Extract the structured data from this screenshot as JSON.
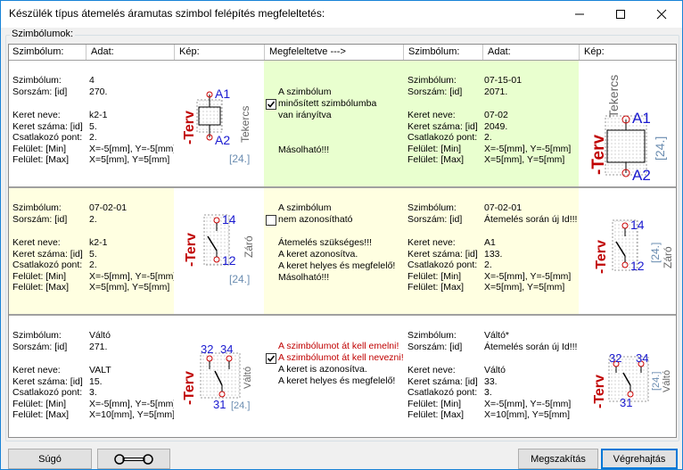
{
  "window": {
    "title": "Készülék típus átemelés áramutas szimbol felépítés megfeleltetés:"
  },
  "group_label": "Szimbólumok:",
  "columns": [
    "Szimbólum:",
    "Adat:",
    "Kép:",
    "Megfeleltetve --->",
    "Szimbólum:",
    "Adat:",
    "Kép:"
  ],
  "labels": {
    "symbol": "Szimbólum:",
    "serial": "Sorszám: [id]",
    "frame_name": "Keret neve:",
    "frame_num": "Keret száma: [id]",
    "conn": "Csatlakozó pont:",
    "surf_min": "Felület: [Min]",
    "surf_max": "Felület: [Max]"
  },
  "rows": [
    {
      "left": {
        "symbol": "4",
        "serial": "270.",
        "frame_name": "k2-1",
        "frame_num": "5.",
        "conn": "2.",
        "surf_min": "X=-5[mm], Y=-5[mm]",
        "surf_max": "X=5[mm], Y=5[mm]"
      },
      "left_img": {
        "terv": "-Terv",
        "side": "Tekercs",
        "top": "A1",
        "bottom": "A2",
        "bracket": "[24.]"
      },
      "match": {
        "checked": true,
        "lines": [
          "A szimbólum",
          "minősített szimbólumba",
          "van irányítva",
          "",
          "Másolható!!!"
        ],
        "check_line": 1,
        "red_lines": []
      },
      "right": {
        "symbol": "07-15-01",
        "serial": "2071.",
        "frame_name": "07-02",
        "frame_num": "2049.",
        "conn": "2.",
        "surf_min": "X=-5[mm], Y=-5[mm]",
        "surf_max": "X=5[mm], Y=5[mm]"
      },
      "right_img": {
        "terv": "-Terv",
        "side": "Tekercs",
        "top": "A1",
        "bottom": "A2",
        "bracket": "[24.]"
      }
    },
    {
      "left": {
        "symbol": "07-02-01",
        "serial": "2.",
        "frame_name": "k2-1",
        "frame_num": "5.",
        "conn": "2.",
        "surf_min": "X=-5[mm], Y=-5[mm]",
        "surf_max": "X=5[mm], Y=5[mm]"
      },
      "left_img": {
        "terv": "-Terv",
        "side": "Záró",
        "top": "14",
        "bottom": "12",
        "bracket": "[24.]"
      },
      "match": {
        "checked": false,
        "lines": [
          "A szimbólum",
          "nem azonosítható",
          "",
          "Átemelés szükséges!!!",
          "A keret azonosítva.",
          "A keret helyes és megfelelő!",
          "Másolható!!!"
        ],
        "check_line": 1,
        "red_lines": []
      },
      "right": {
        "symbol": "07-02-01",
        "serial": "Átemelés során új Id!!!",
        "frame_name": "A1",
        "frame_num": "133.",
        "conn": "2.",
        "surf_min": "X=-5[mm], Y=-5[mm]",
        "surf_max": "X=5[mm], Y=5[mm]"
      },
      "right_img": {
        "terv": "-Terv",
        "side": "Záró",
        "top": "14",
        "bottom": "12",
        "bracket": "[24.]"
      }
    },
    {
      "left": {
        "symbol": "Váltó",
        "serial": "271.",
        "frame_name": "VALT",
        "frame_num": "15.",
        "conn": "3.",
        "surf_min": "X=-5[mm], Y=-5[mm]",
        "surf_max": "X=10[mm], Y=5[mm]"
      },
      "left_img": {
        "terv": "-Terv",
        "side": "Váltó",
        "t1": "32",
        "t2": "34",
        "bottom": "31",
        "bracket": "[24.]"
      },
      "match": {
        "checked": true,
        "lines": [
          "A szimbólumot át kell emelni!",
          "A szimbólumot át kell nevezni!",
          "A keret is azonosítva.",
          "A keret helyes és megfelelő!"
        ],
        "check_line": 1,
        "red_lines": [
          0,
          1
        ]
      },
      "right": {
        "symbol": "Váltó*",
        "serial": "Átemelés során új Id!!!",
        "frame_name": "Váltó",
        "frame_num": "33.",
        "conn": "3.",
        "surf_min": "X=-5[mm], Y=-5[mm]",
        "surf_max": "X=10[mm], Y=5[mm]"
      },
      "right_img": {
        "terv": "-Terv",
        "side": "Váltó",
        "t1": "32",
        "t2": "34",
        "bottom": "31",
        "bracket": "[24.]"
      }
    }
  ],
  "buttons": {
    "help": "Súgó",
    "tools_icon": "wrench-icon",
    "cancel": "Megszakítás",
    "execute": "Végrehajtás"
  },
  "colors": {
    "terv_red": "#c00000",
    "pin_blue": "#1a1ad0",
    "bracket_blue": "#6a8cb0",
    "yellow_bg": "#ffffe1",
    "green_bg": "#e9ffcf"
  }
}
